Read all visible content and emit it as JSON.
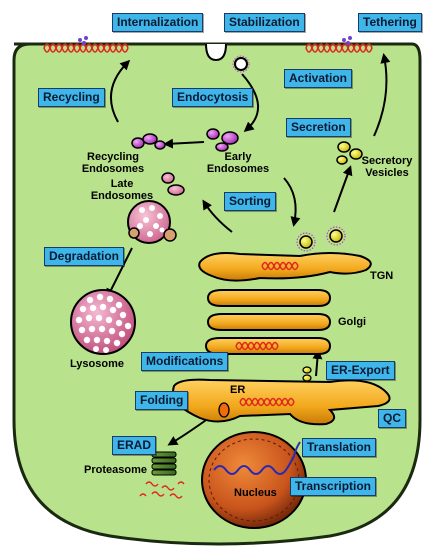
{
  "processes": {
    "internalization": "Internalization",
    "stabilization": "Stabilization",
    "tethering": "Tethering",
    "recycling": "Recycling",
    "endocytosis": "Endocytosis",
    "activation": "Activation",
    "secretion": "Secretion",
    "sorting": "Sorting",
    "degradation": "Degradation",
    "modifications": "Modifications",
    "er_export": "ER-Export",
    "folding": "Folding",
    "qc": "QC",
    "erad": "ERAD",
    "translation": "Translation",
    "transcription": "Transcription"
  },
  "organelles": {
    "recycling_endosomes": [
      "Recycling",
      "Endosomes"
    ],
    "early_endosomes": [
      "Early",
      "Endosomes"
    ],
    "late_endosomes": [
      "Late",
      "Endosomes"
    ],
    "secretory_vesicles": [
      "Secretory",
      "Vesicles"
    ],
    "tgn": "TGN",
    "golgi": "Golgi",
    "er": "ER",
    "lysosome": "Lysosome",
    "proteasome": "Proteasome",
    "nucleus": "Nucleus"
  },
  "colors": {
    "cytoplasm": "#b9e28c",
    "label_box": "#3fb6ea",
    "golgi": "#f2a81c",
    "protein": "#e0281e",
    "vesicle_purple": "#c040c8",
    "nucleus": "#c8541c",
    "lysosome": "#e08ab0"
  }
}
